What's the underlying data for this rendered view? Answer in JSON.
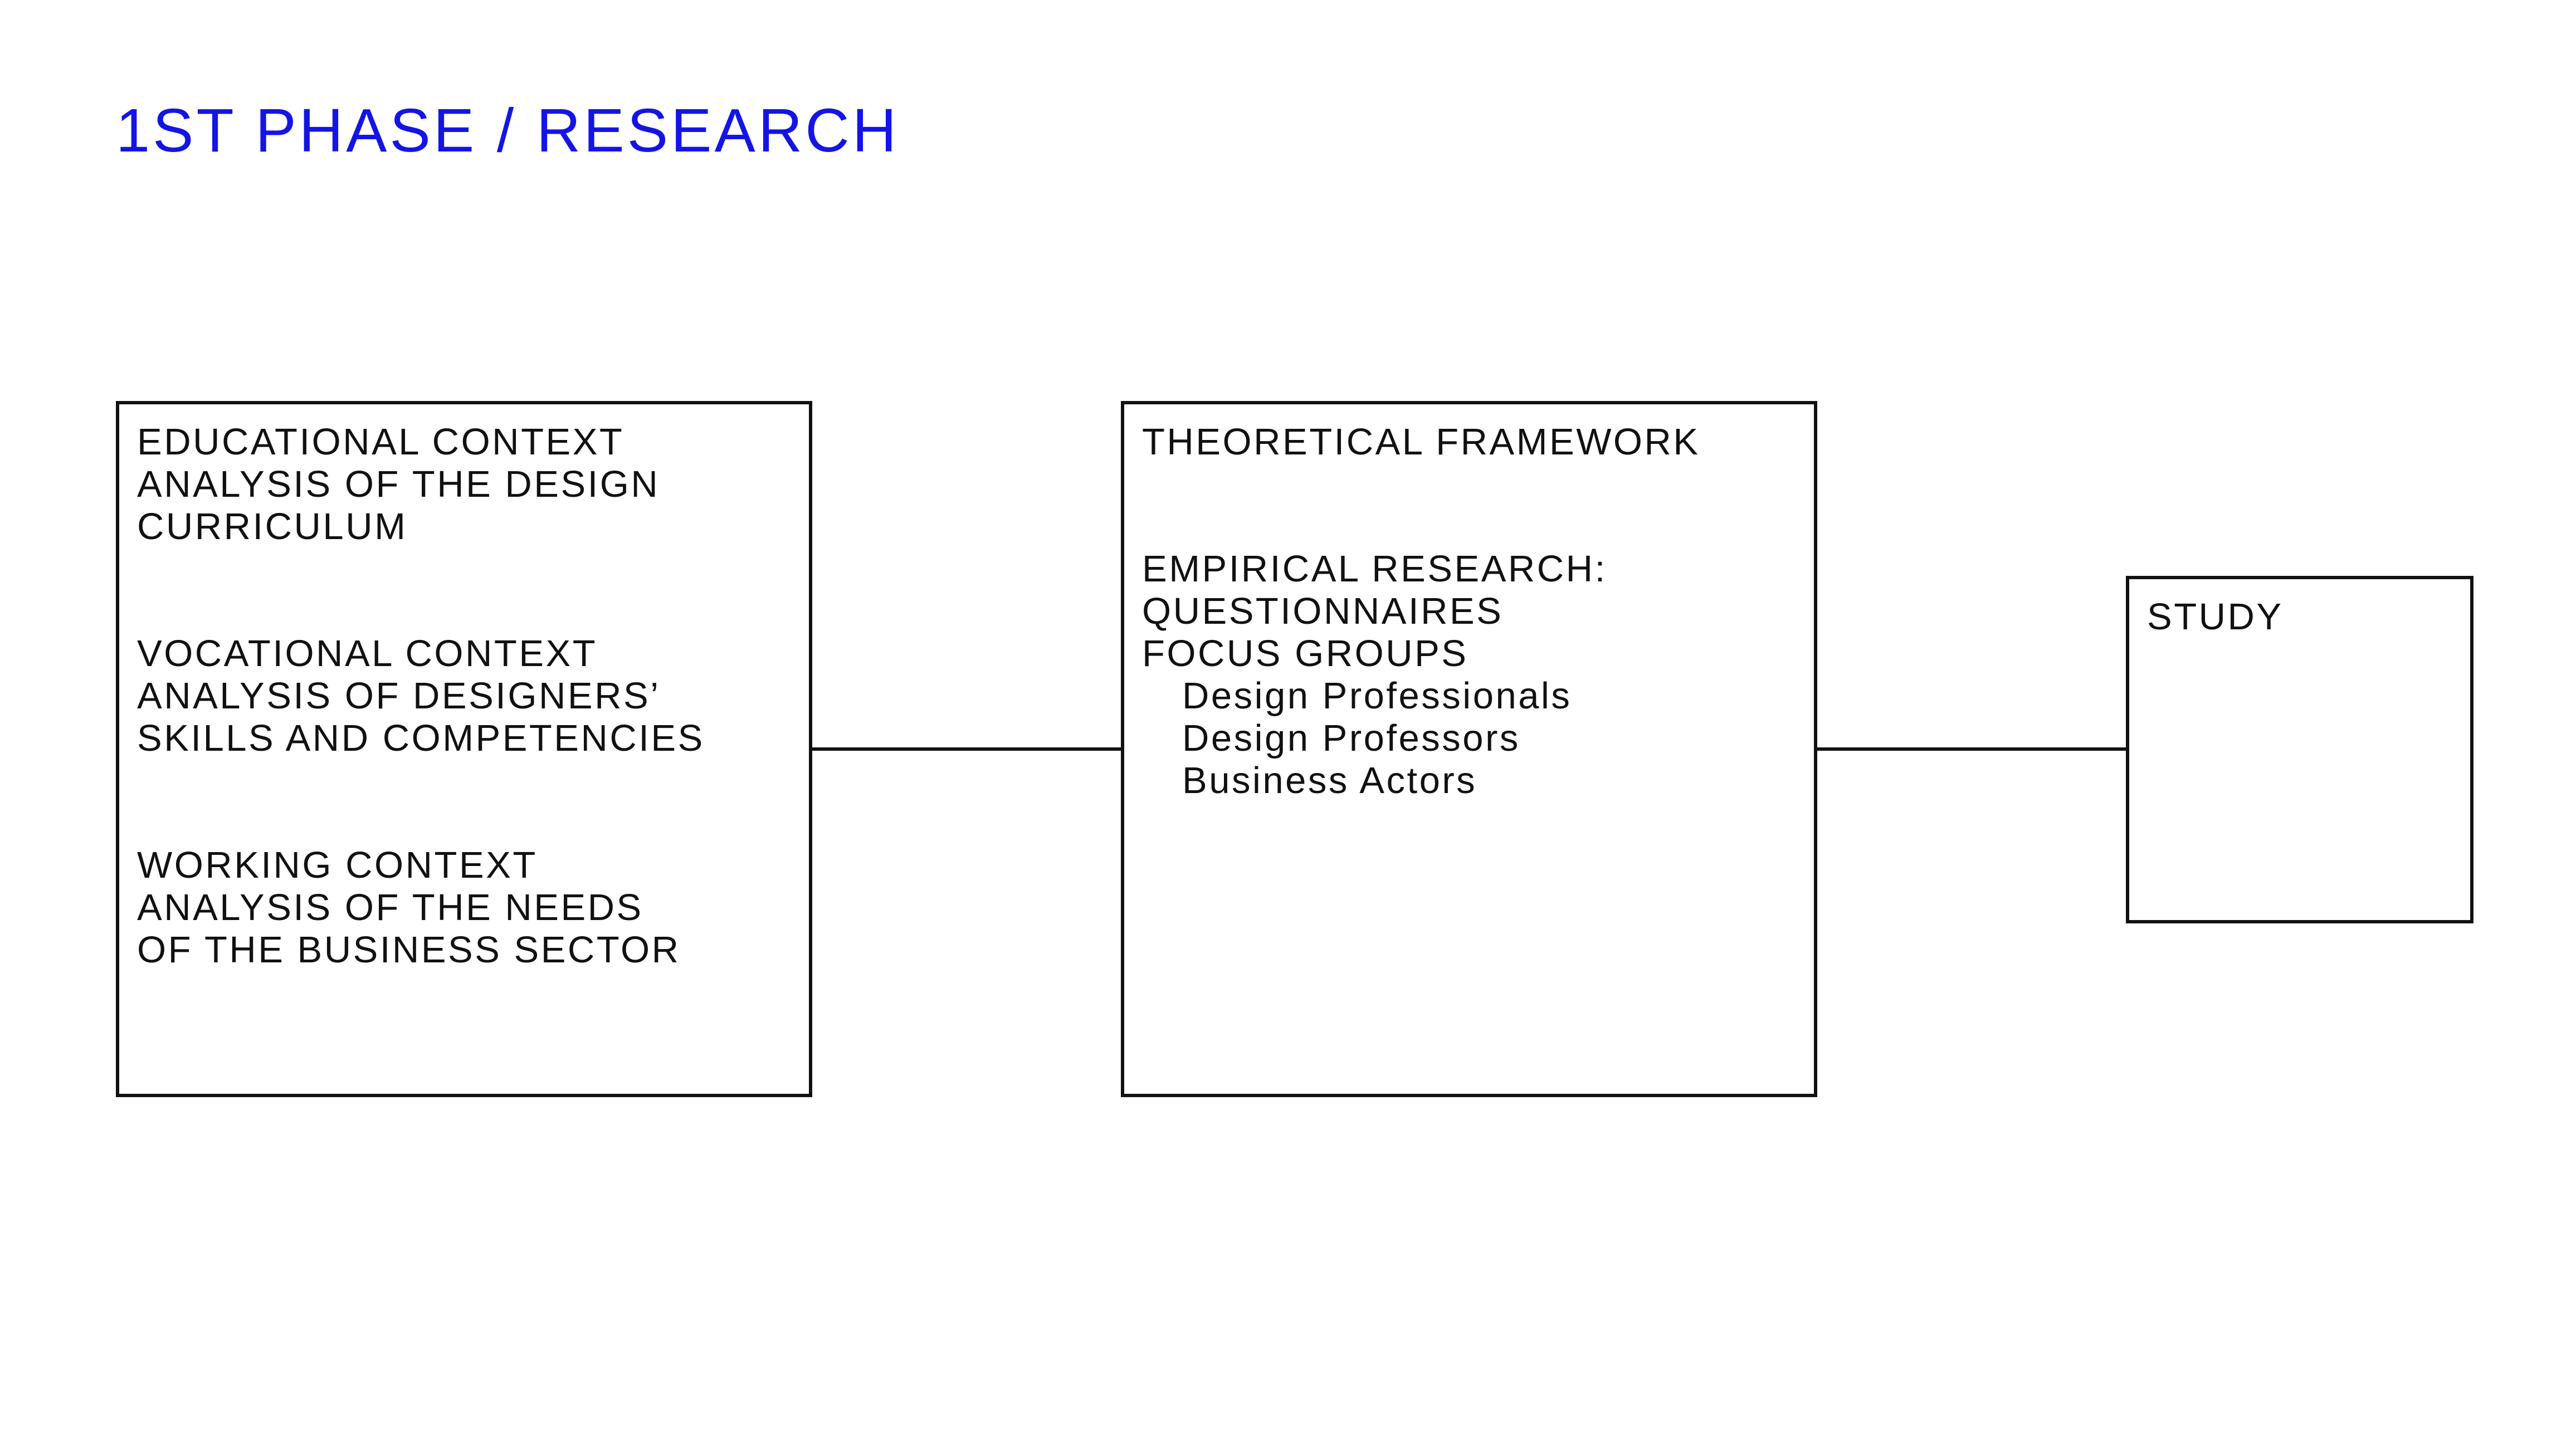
{
  "title": {
    "text": "1ST PHASE / RESEARCH",
    "color": "#1414e6"
  },
  "context_box": {
    "educational": [
      "EDUCATIONAL CONTEXT",
      "ANALYSIS OF THE DESIGN",
      "CURRICULUM"
    ],
    "vocational": [
      "VOCATIONAL CONTEXT",
      "ANALYSIS OF DESIGNERS’",
      "SKILLS AND COMPETENCIES"
    ],
    "working": [
      "WORKING CONTEXT",
      "ANALYSIS OF THE NEEDS",
      "OF THE BUSINESS SECTOR"
    ]
  },
  "framework_box": {
    "heading": "THEORETICAL FRAMEWORK",
    "empirical": [
      "EMPIRICAL RESEARCH:",
      "QUESTIONNAIRES",
      "FOCUS GROUPS"
    ],
    "participants": [
      "Design Professionals",
      "Design Professors",
      "Business Actors"
    ]
  },
  "study_box": {
    "label": "STUDY"
  },
  "colors": {
    "stroke": "#111111",
    "background": "#ffffff"
  }
}
